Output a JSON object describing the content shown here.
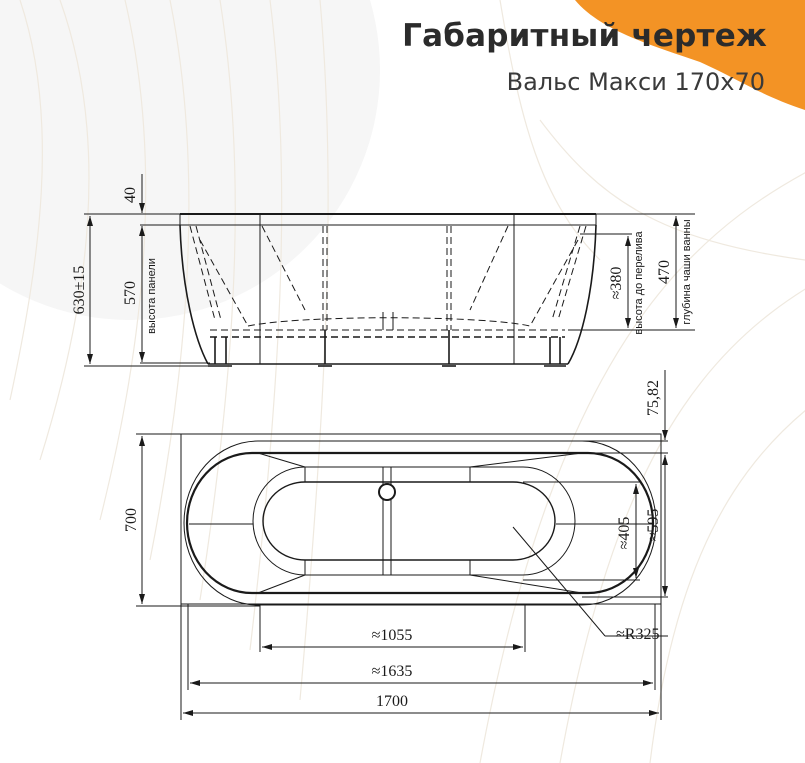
{
  "header": {
    "title": "Габаритный чертеж",
    "subtitle": "Вальс Макси 170x70"
  },
  "colors": {
    "accent": "#F39325",
    "background": "#FFFFFF",
    "line": "#1A1A1A",
    "title_text": "#2B2B2B"
  },
  "side_view": {
    "dimensions": {
      "top_rim": "40",
      "total_height": "630±15",
      "panel_height_value": "570",
      "panel_height_label": "высота панели",
      "overflow_height_value": "≈380",
      "overflow_height_label": "высота до перелива",
      "bowl_depth_value": "470",
      "bowl_depth_label": "глубина чаши ванны"
    }
  },
  "top_view": {
    "dimensions": {
      "width": "700",
      "rim_offset": "75,82",
      "inner_width": "≈405",
      "outer_width": "≈595",
      "radius": "≈R325",
      "inner_length": "≈1055",
      "outer_length": "≈1635",
      "total_length": "1700"
    }
  }
}
